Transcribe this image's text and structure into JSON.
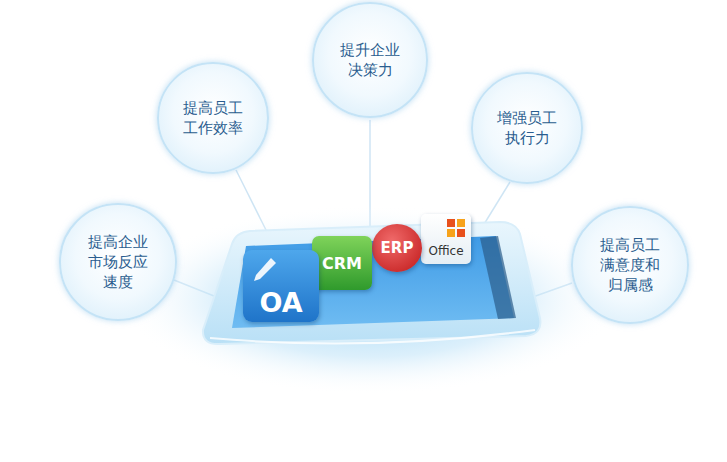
{
  "diagram": {
    "nodes": [
      {
        "text": [
          "提升企业 决策力"
        ]
      },
      {
        "text": [
          "提高员工 工作效率"
        ]
      },
      {
        "text": [
          "增强员工 执行力"
        ]
      },
      {
        "text": [
          "提高企业 市场反应 速度"
        ]
      },
      {
        "text": [
          "提高员工 满意度和 归属感"
        ]
      },
      {
        "text": [
          "OA"
        ]
      },
      {
        "text": [
          "CRM"
        ]
      },
      {
        "text": [
          "ERP"
        ]
      },
      {
        "text": [
          "Office"
        ]
      }
    ]
  }
}
